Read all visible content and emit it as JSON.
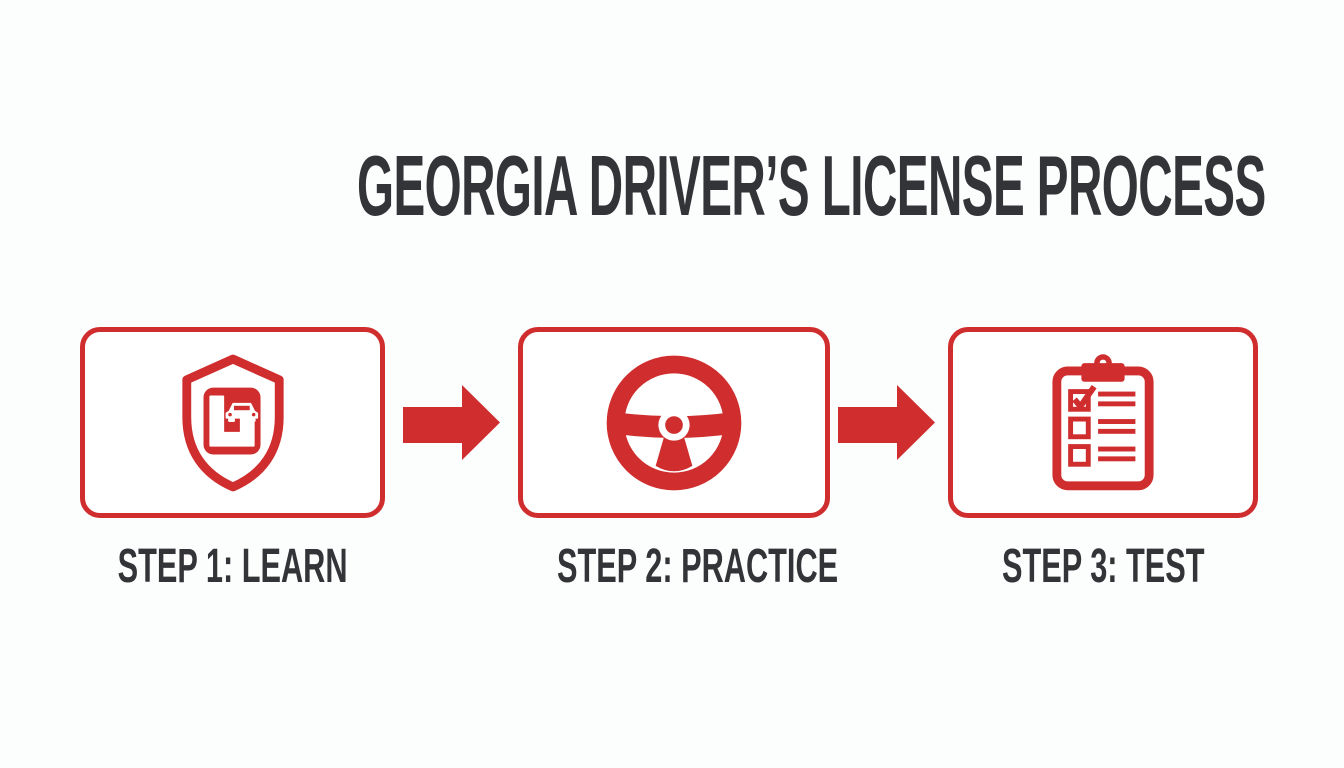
{
  "page": {
    "background_color": "#fcfdfd",
    "accent_red": "#d02e2e",
    "text_color": "#333437"
  },
  "title": "GEORGIA DRIVER’S LICENSE PROCESS",
  "steps": [
    {
      "label": "STEP 1: LEARN",
      "icon": "learner-permit-shield-icon"
    },
    {
      "label": "STEP 2: PRACTICE",
      "icon": "steering-wheel-icon"
    },
    {
      "label": "STEP 3: TEST",
      "icon": "checklist-clipboard-icon"
    }
  ],
  "connectors": [
    {
      "icon": "arrow-right-icon"
    },
    {
      "icon": "arrow-right-icon"
    }
  ]
}
